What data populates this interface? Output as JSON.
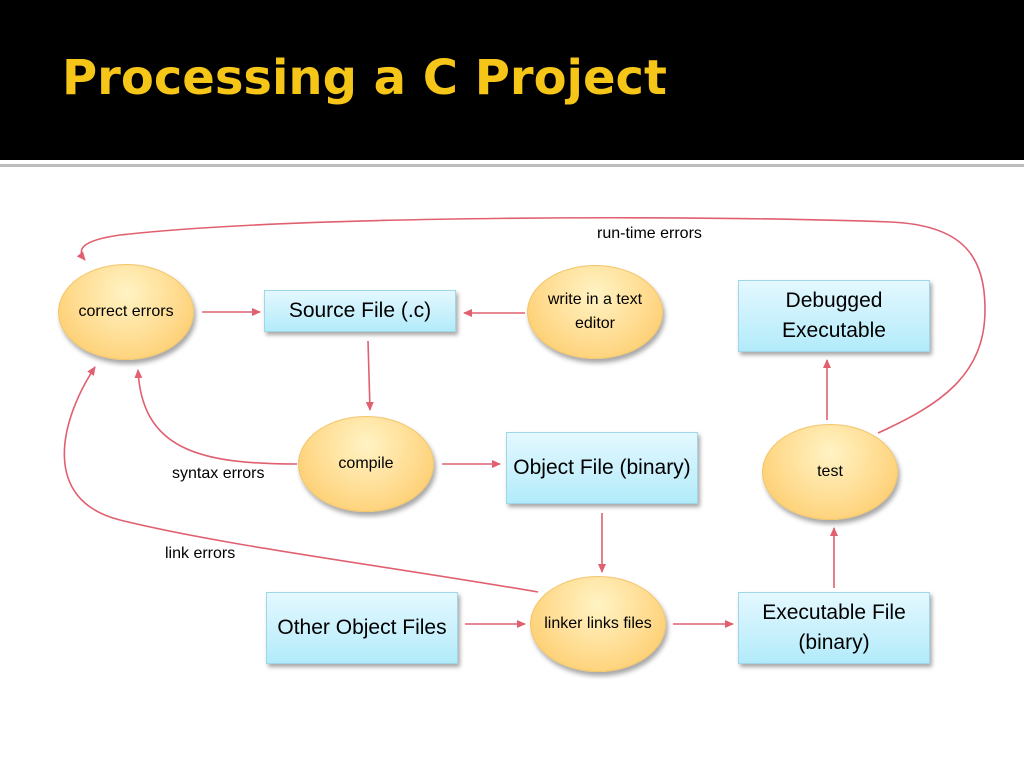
{
  "slide": {
    "title": "Processing a C Project"
  },
  "colors": {
    "header_background": "#000000",
    "title_text": "#f5c518",
    "arrow": "#e06070",
    "box_fill": "#c8f0fc",
    "oval_fill": "#ffd98a"
  },
  "nodes": {
    "correct_errors": "correct errors",
    "source_file": "Source File (.c)",
    "write_editor": "write in a text editor",
    "debugged_executable": "Debugged Executable",
    "compile": "compile",
    "object_file": "Object File (binary)",
    "test": "test",
    "other_object_files": "Other Object Files",
    "linker": "linker links files",
    "executable_file": "Executable File (binary)"
  },
  "edge_labels": {
    "runtime_errors": "run-time errors",
    "syntax_errors": "syntax errors",
    "link_errors": "link errors"
  }
}
